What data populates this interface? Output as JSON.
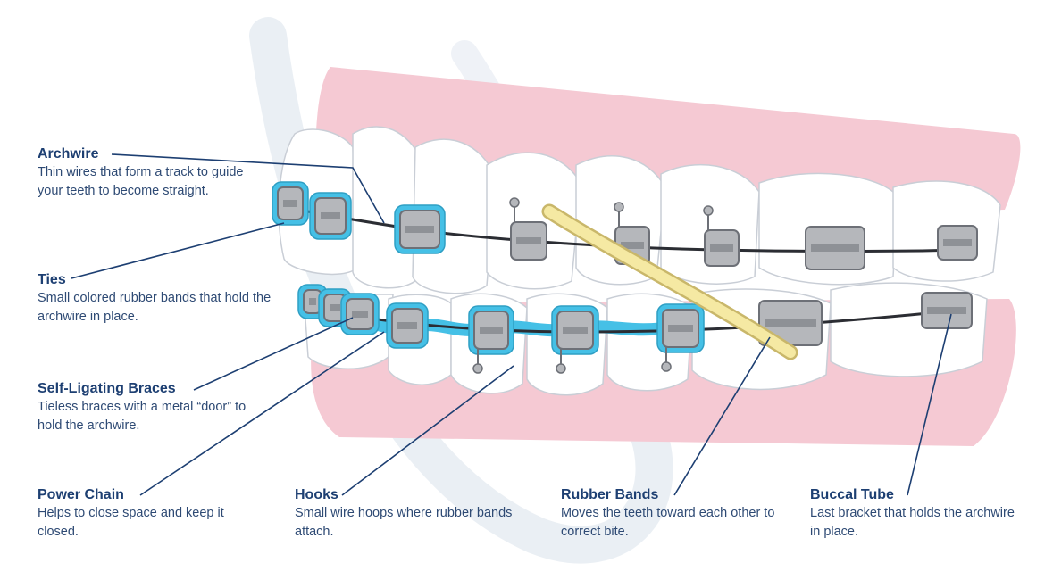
{
  "colors": {
    "gum": "#f5c9d3",
    "gum_dark": "#eeb3c1",
    "tooth": "#ffffff",
    "tooth_outline": "#c9ced6",
    "bracket": "#b5b7bb",
    "bracket_outline": "#6d7077",
    "tie": "#45c0e6",
    "wire": "#2b2d33",
    "rubber_band": "#f5e9a3",
    "rubber_band_outline": "#c9b76a",
    "leader_line": "#1d3f72",
    "label_text": "#1d3f72",
    "watermark": "#e8edf3"
  },
  "labels": {
    "archwire": {
      "title": "Archwire",
      "desc": "Thin wires that form a track to guide your teeth to become straight."
    },
    "ties": {
      "title": "Ties",
      "desc": "Small colored rubber bands that hold the archwire in place."
    },
    "self_ligating": {
      "title": "Self-Ligating Braces",
      "desc": "Tieless braces with a metal “door” to hold the archwire."
    },
    "power_chain": {
      "title": "Power Chain",
      "desc": "Helps to close space and keep it closed."
    },
    "hooks": {
      "title": "Hooks",
      "desc": "Small wire hoops where rubber bands attach."
    },
    "rubber_bands": {
      "title": "Rubber Bands",
      "desc": "Moves the teeth toward each other to correct bite."
    },
    "buccal_tube": {
      "title": "Buccal Tube",
      "desc": "Last bracket that holds the archwire in place."
    }
  }
}
